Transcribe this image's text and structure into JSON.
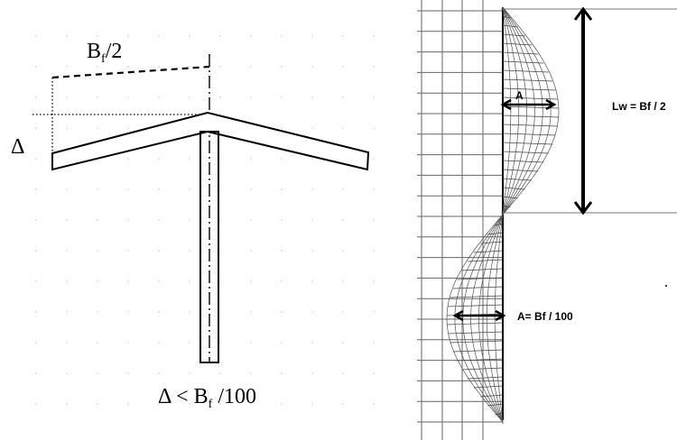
{
  "left_diagram": {
    "label_half_width": "B",
    "label_half_width_sub": "f",
    "label_half_width_tail": "/2",
    "label_delta": "Δ",
    "label_condition_lead": "Δ < B",
    "label_condition_sub": "f",
    "label_condition_tail": " /100"
  },
  "right_diagram": {
    "label_wavelength": "Lw = Bf / 2",
    "label_amplitude_upper": "A",
    "label_amplitude_lower": "A= Bf / 100"
  }
}
